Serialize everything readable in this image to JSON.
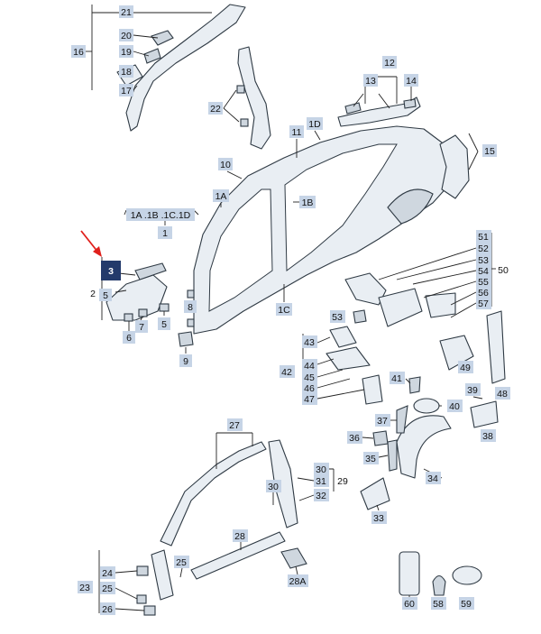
{
  "labels": {
    "l21": "21",
    "l20": "20",
    "l19": "19",
    "l16": "16",
    "l18": "18",
    "l17": "17",
    "l22": "22",
    "l12": "12",
    "l13": "13",
    "l14": "14",
    "l1D": "1D",
    "l11": "11",
    "l15": "15",
    "l10": "10",
    "l1A": "1A",
    "l1B": "1B",
    "l1group": "1A .1B .1C.1D",
    "l1": "1",
    "l51": "51",
    "l52": "52",
    "l53a": "53",
    "l54": "54",
    "l50": "50",
    "l55": "55",
    "l56": "56",
    "l57": "57",
    "l3": "3",
    "l2": "2",
    "l5a": "5",
    "l8": "8",
    "l7": "7",
    "l6": "6",
    "l5b": "5",
    "l1C": "1C",
    "l53b": "53",
    "l9": "9",
    "l43": "43",
    "l49": "49",
    "l48": "48",
    "l44": "44",
    "l45": "45",
    "l42": "42",
    "l46": "46",
    "l47": "47",
    "l41": "41",
    "l39": "39",
    "l40": "40",
    "l37": "37",
    "l36": "36",
    "l38": "38",
    "l35": "35",
    "l27": "27",
    "l30a": "30",
    "l31": "31",
    "l29": "29",
    "l30b": "30",
    "l32": "32",
    "l34": "34",
    "l33": "33",
    "l28": "28",
    "l25": "25",
    "l24": "24",
    "l23": "23",
    "l25b": "25",
    "l26": "26",
    "l28A": "28A",
    "l60": "60",
    "l58": "58",
    "l59": "59"
  }
}
